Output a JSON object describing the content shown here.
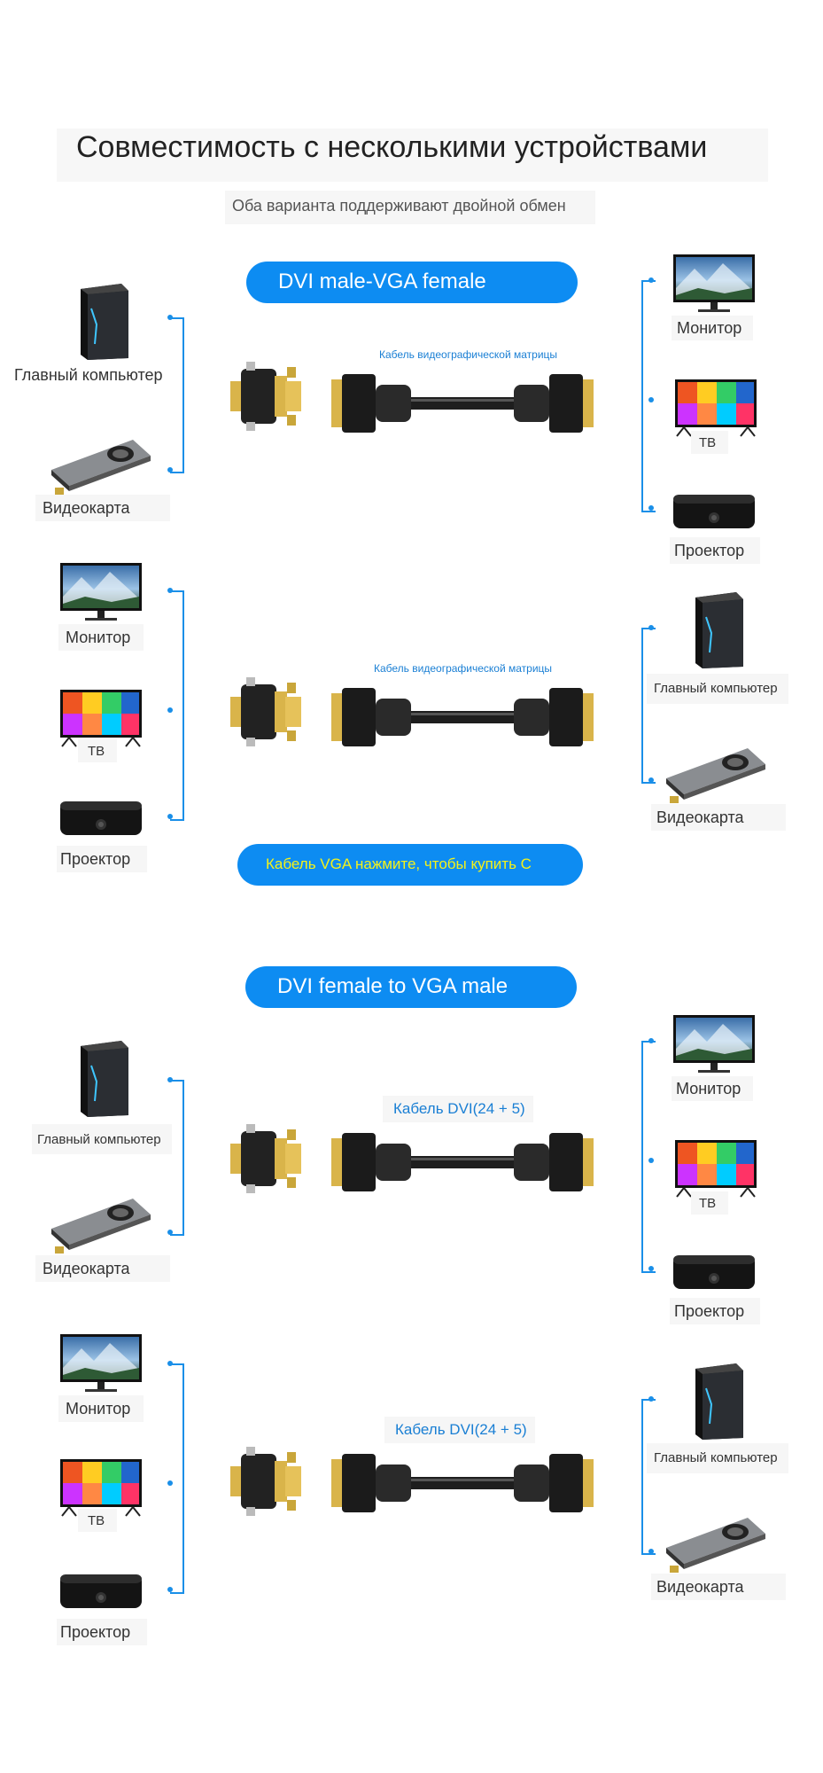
{
  "header": {
    "title": "Совместимость с несколькими устройствами",
    "subtitle": "Оба варианта поддерживают двойной обмен"
  },
  "section1": {
    "pill": "DVI male-VGA female",
    "row1": {
      "left": [
        "Главный компьютер",
        "Видеокарта"
      ],
      "cable_label": "Кабель видеографической матрицы",
      "right": [
        "Монитор",
        "ТВ",
        "Проектор"
      ]
    },
    "row2": {
      "left": [
        "Монитор",
        "ТВ",
        "Проектор"
      ],
      "cable_label": "Кабель видеографической матрицы",
      "right": [
        "Главный компьютер",
        "Видеокарта"
      ]
    },
    "buy_button": "Кабель VGA нажмите, чтобы купить С"
  },
  "section2": {
    "pill": "DVI female to VGA male",
    "row1": {
      "left": [
        "Главный компьютер",
        "Видеокарта"
      ],
      "cable_label": "Кабель DVI(24 + 5)",
      "right": [
        "Монитор",
        "ТВ",
        "Проектор"
      ]
    },
    "row2": {
      "left": [
        "Монитор",
        "ТВ",
        "Проектор"
      ],
      "cable_label": "Кабель DVI(24 + 5)",
      "right": [
        "Главный компьютер",
        "Видеокарта"
      ]
    }
  },
  "colors": {
    "accent": "#0d8cf2",
    "line": "#1a8fe8",
    "buy_text": "#f4f21a"
  },
  "icons": [
    "pc-tower-icon",
    "graphics-card-icon",
    "monitor-icon",
    "tv-icon",
    "projector-icon",
    "dvi-vga-adapter-icon",
    "cable-icon"
  ]
}
